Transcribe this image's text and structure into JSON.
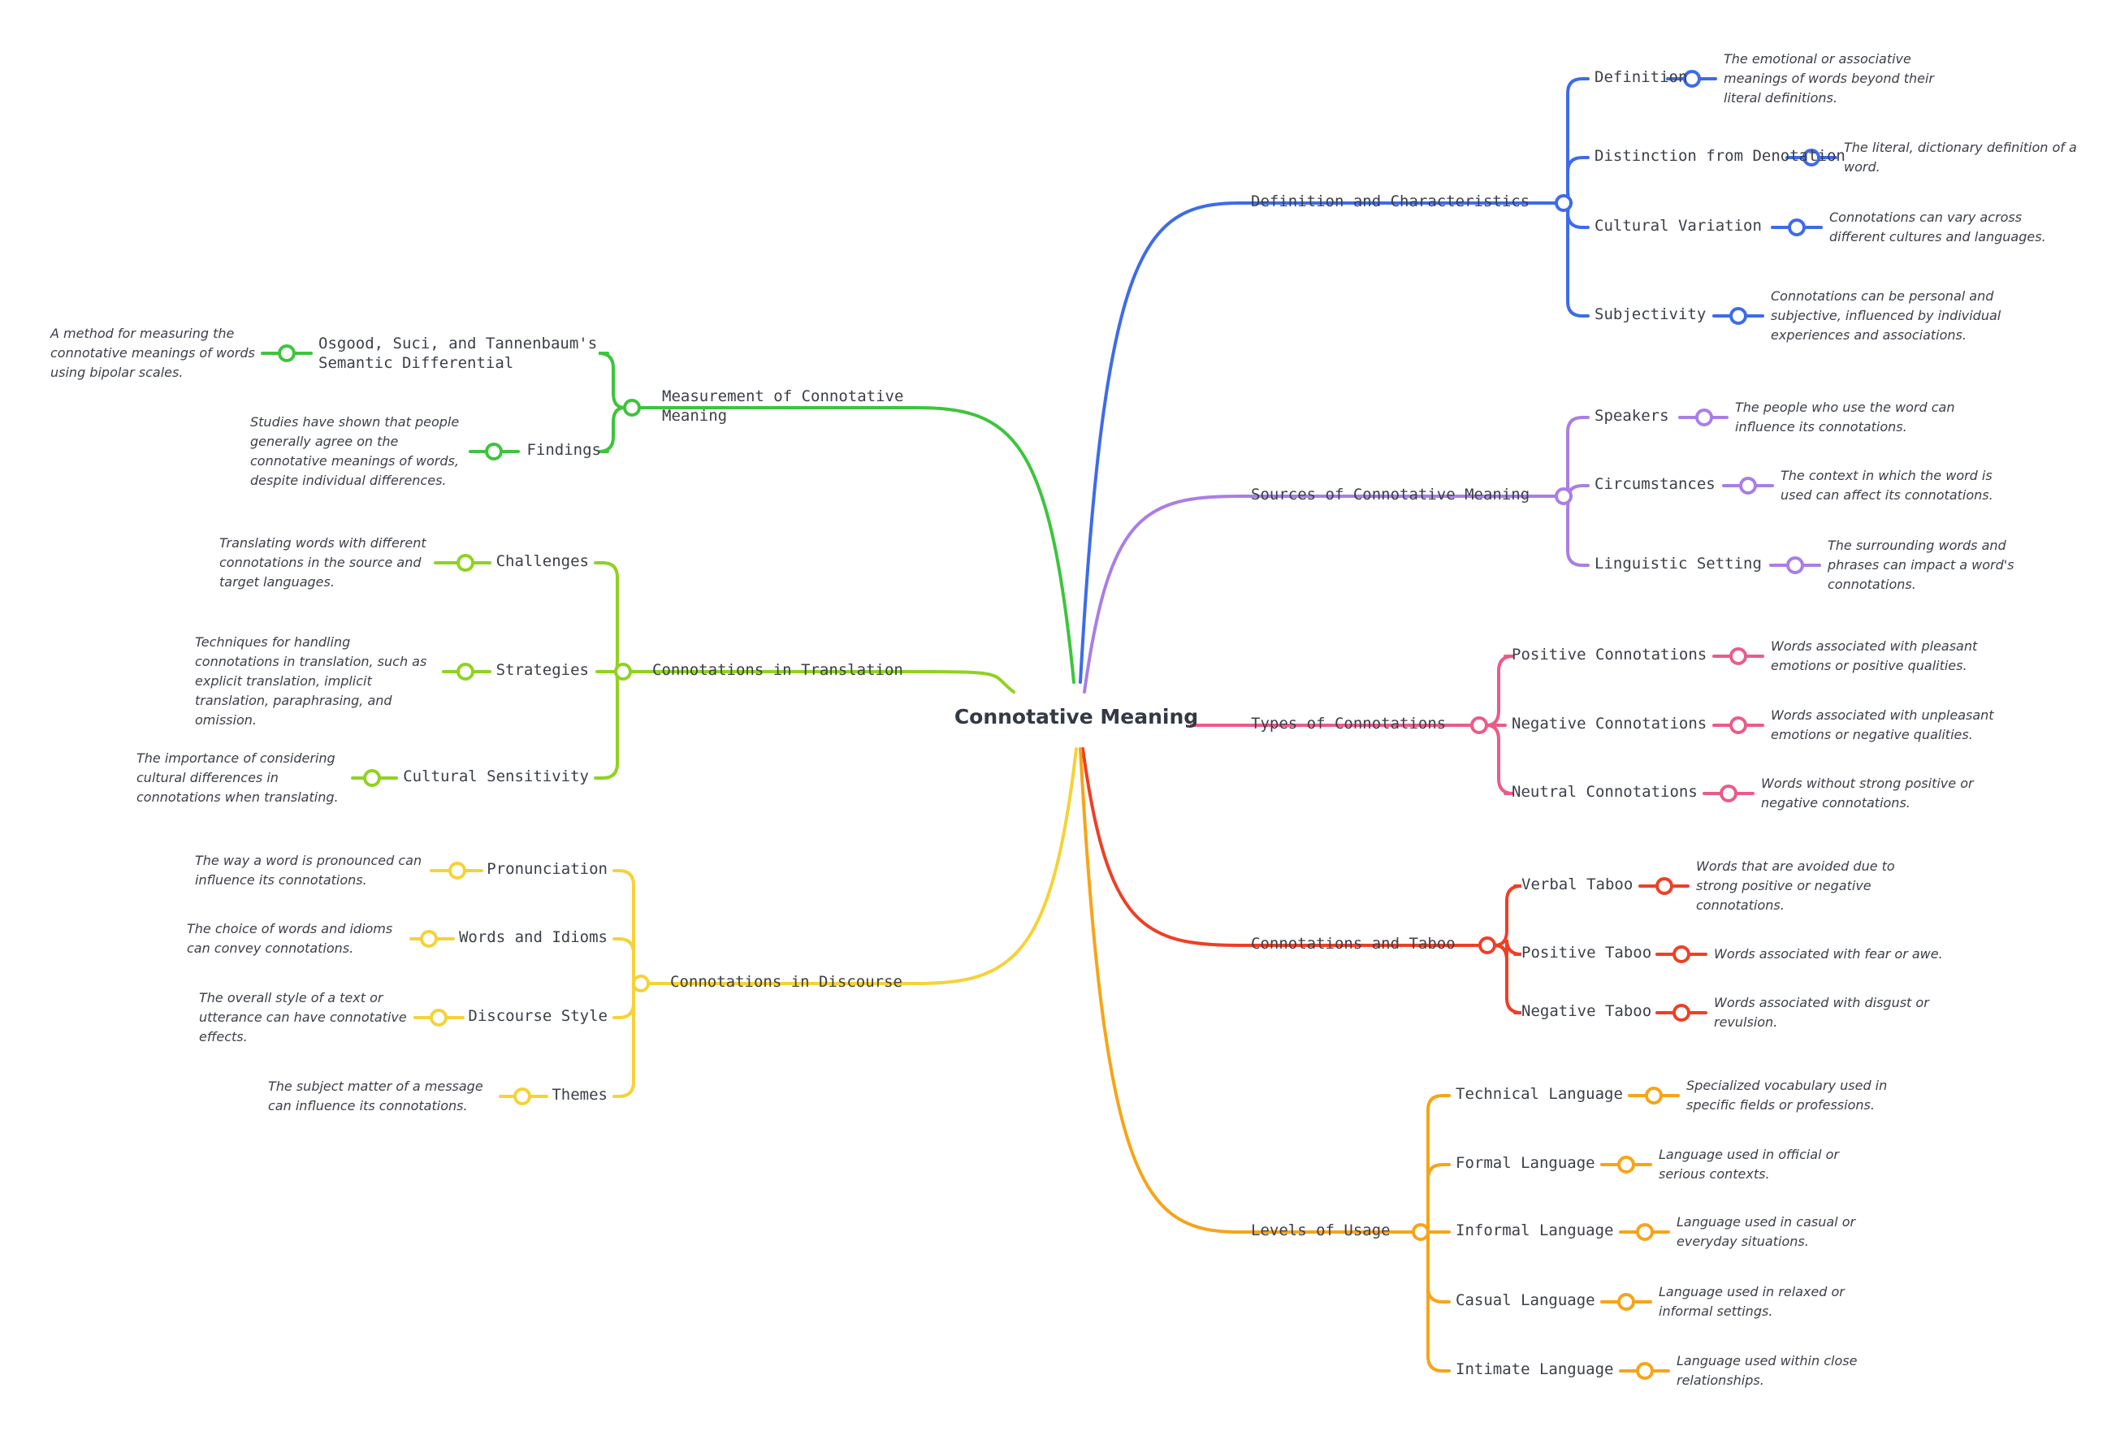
{
  "title": "Connotative Meaning",
  "colors": {
    "blue": "#3d6bea",
    "purple": "#a97ee6",
    "pink": "#ec5b88",
    "red": "#ef3f25",
    "orange": "#f7a418",
    "yellow": "#f5d237",
    "lime": "#8fd220",
    "green": "#3ec43d"
  },
  "branches": [
    {
      "label": "Definition and Characteristics",
      "color": "blue",
      "children": [
        {
          "label": "Definition",
          "desc": "The emotional or associative meanings of words beyond their literal definitions."
        },
        {
          "label": "Distinction from Denotation",
          "desc": "The literal, dictionary definition of a word."
        },
        {
          "label": "Cultural Variation",
          "desc": "Connotations can vary across different cultures and languages."
        },
        {
          "label": "Subjectivity",
          "desc": "Connotations can be personal and subjective, influenced by individual experiences and associations."
        }
      ]
    },
    {
      "label": "Sources of Connotative Meaning",
      "color": "purple",
      "children": [
        {
          "label": "Speakers",
          "desc": "The people who use the word can influence its connotations."
        },
        {
          "label": "Circumstances",
          "desc": "The context in which the word is used can affect its connotations."
        },
        {
          "label": "Linguistic Setting",
          "desc": "The surrounding words and phrases can impact a word's connotations."
        }
      ]
    },
    {
      "label": "Types of Connotations",
      "color": "pink",
      "children": [
        {
          "label": "Positive Connotations",
          "desc": "Words associated with pleasant emotions or positive qualities."
        },
        {
          "label": "Negative Connotations",
          "desc": "Words associated with unpleasant emotions or negative qualities."
        },
        {
          "label": "Neutral Connotations",
          "desc": "Words without strong positive or negative connotations."
        }
      ]
    },
    {
      "label": "Connotations and Taboo",
      "color": "red",
      "children": [
        {
          "label": "Verbal Taboo",
          "desc": "Words that are avoided due to strong positive or negative connotations."
        },
        {
          "label": "Positive Taboo",
          "desc": "Words associated with fear or awe."
        },
        {
          "label": "Negative Taboo",
          "desc": "Words associated with disgust or revulsion."
        }
      ]
    },
    {
      "label": "Levels of Usage",
      "color": "orange",
      "children": [
        {
          "label": "Technical Language",
          "desc": "Specialized vocabulary used in specific fields or professions."
        },
        {
          "label": "Formal Language",
          "desc": "Language used in official or serious contexts."
        },
        {
          "label": "Informal Language",
          "desc": "Language used in casual or everyday situations."
        },
        {
          "label": "Casual Language",
          "desc": "Language used in relaxed or informal settings."
        },
        {
          "label": "Intimate Language",
          "desc": "Language used within close relationships."
        }
      ]
    },
    {
      "label": "Connotations in Discourse",
      "color": "yellow",
      "children": [
        {
          "label": "Pronunciation",
          "desc": "The way a word is pronounced can influence its connotations."
        },
        {
          "label": "Words and Idioms",
          "desc": "The choice of words and idioms can convey connotations."
        },
        {
          "label": "Discourse Style",
          "desc": "The overall style of a text or utterance can have connotative effects."
        },
        {
          "label": "Themes",
          "desc": "The subject matter of a message can influence its connotations."
        }
      ]
    },
    {
      "label": "Connotations in Translation",
      "color": "lime",
      "children": [
        {
          "label": "Challenges",
          "desc": "Translating words with different connotations in the source and target languages."
        },
        {
          "label": "Strategies",
          "desc": "Techniques for handling connotations in translation, such as explicit translation, implicit translation, paraphrasing, and omission."
        },
        {
          "label": "Cultural Sensitivity",
          "desc": "The importance of considering cultural differences in connotations when translating."
        }
      ]
    },
    {
      "label": "Measurement of Connotative Meaning",
      "color": "green",
      "children": [
        {
          "label": "Osgood, Suci, and Tannenbaum's Semantic Differential",
          "desc": "A method for measuring the connotative meanings of words using bipolar scales."
        },
        {
          "label": "Findings",
          "desc": "Studies have shown that people generally agree on the connotative meanings of words, despite individual differences."
        }
      ]
    }
  ]
}
